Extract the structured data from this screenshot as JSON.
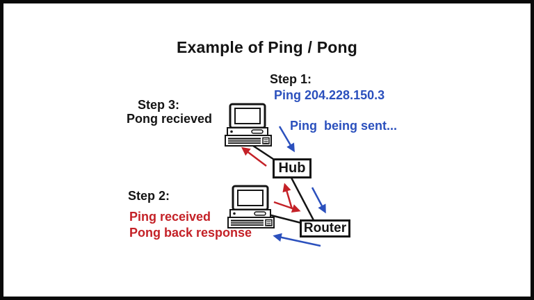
{
  "slide": {
    "title": "Example of Ping / Pong",
    "step1": {
      "label": "Step 1:",
      "value": "Ping 204.228.150.3"
    },
    "step3": {
      "label": "Step 3:",
      "value": "Pong recieved"
    },
    "step2": {
      "label": "Step 2:",
      "line1": "Ping received",
      "line2": "Pong back response"
    },
    "annotation": {
      "ping_being_sent": "Ping  being sent..."
    },
    "nodes": {
      "hub": "Hub",
      "router": "Router"
    },
    "colors": {
      "ping_blue": "#2b50bd",
      "pong_red": "#c42127",
      "line_black": "#141414"
    }
  }
}
